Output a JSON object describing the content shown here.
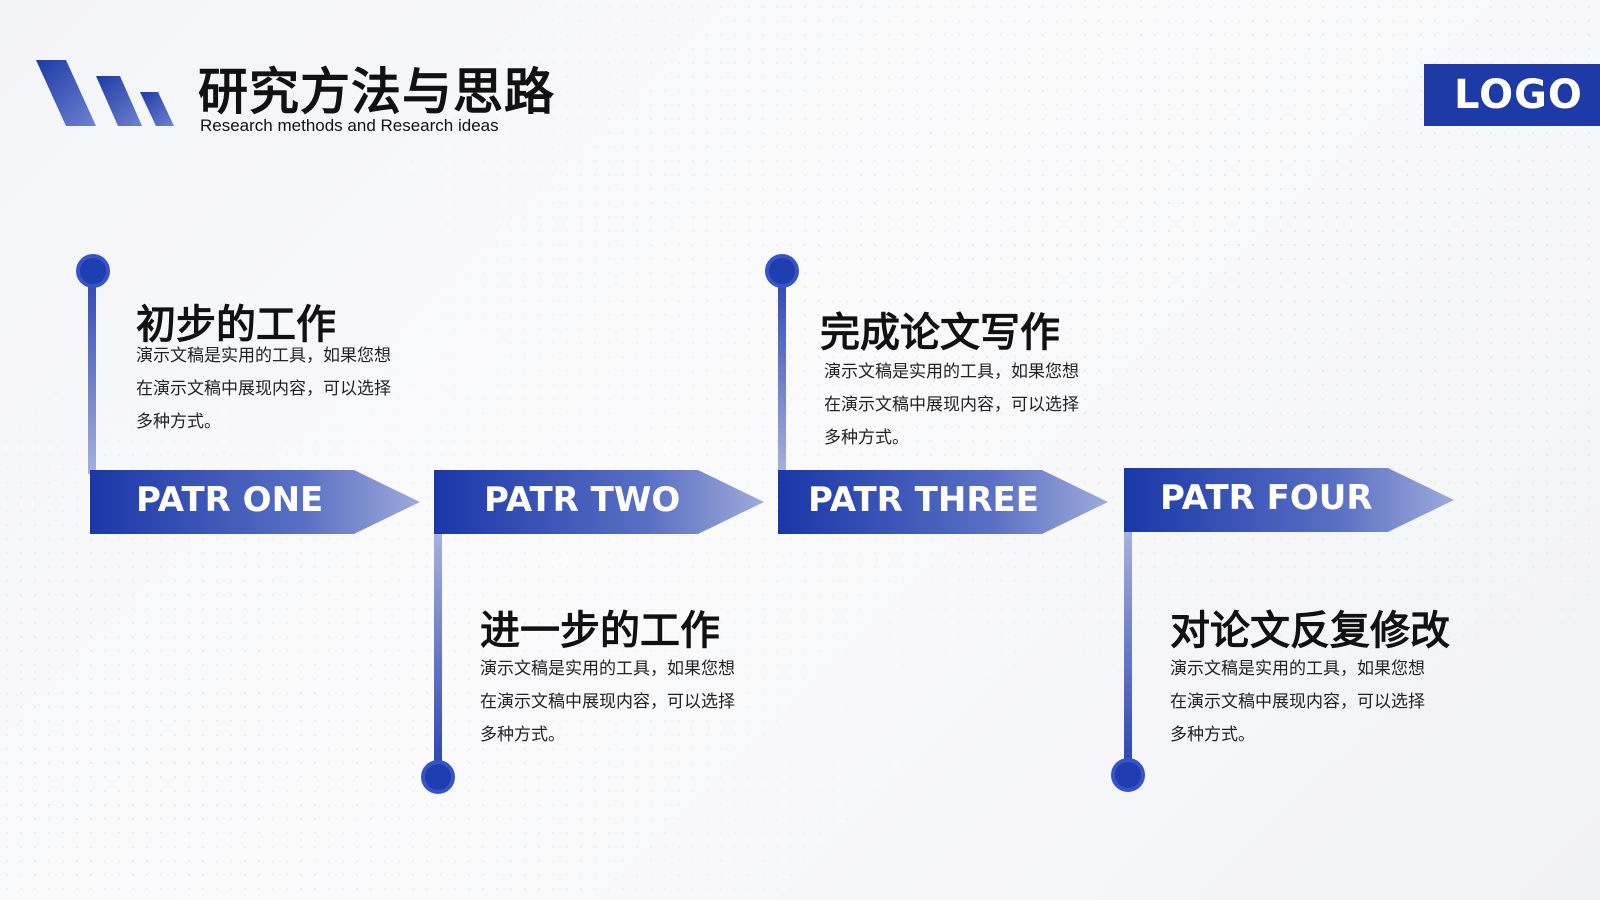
{
  "header": {
    "title": "研究方法与思路",
    "subtitle": "Research methods and Research ideas",
    "logo_text": "LOGO"
  },
  "steps": [
    {
      "label": "PATR ONE",
      "title": "初步的工作",
      "description": "演示文稿是实用的工具，如果您想在演示文稿中展现内容，可以选择多种方式。"
    },
    {
      "label": "PATR TWO",
      "title": "进一步的工作",
      "description": "演示文稿是实用的工具，如果您想在演示文稿中展现内容，可以选择多种方式。"
    },
    {
      "label": "PATR THREE",
      "title": "完成论文写作",
      "description": "演示文稿是实用的工具，如果您想在演示文稿中展现内容，可以选择多种方式。"
    },
    {
      "label": "PATR FOUR",
      "title": "对论文反复修改",
      "description": "演示文稿是实用的工具，如果您想在演示文稿中展现内容，可以选择多种方式。"
    }
  ],
  "colors": {
    "primary": "#1d3aa6",
    "arrow_start": "#1a37a8",
    "arrow_end": "#9eaad9"
  }
}
